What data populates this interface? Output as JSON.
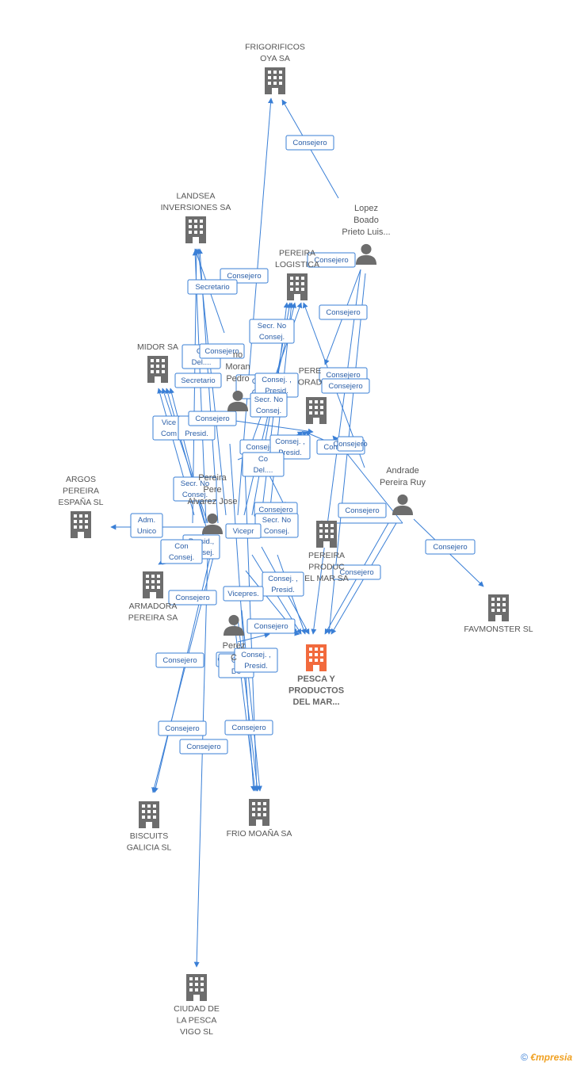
{
  "companies": [
    {
      "id": "frigorificos",
      "lines": [
        "FRIGORIFICOS",
        "OYA SA"
      ],
      "focus": false
    },
    {
      "id": "landsea",
      "lines": [
        "LANDSEA",
        "INVERSIONES SA"
      ],
      "focus": false
    },
    {
      "id": "pereira_logistica",
      "lines": [
        "PEREIRA",
        "LOGISTICA"
      ],
      "focus": false
    },
    {
      "id": "midor",
      "lines": [
        "MIDOR SA"
      ],
      "focus": false
    },
    {
      "id": "pereira_comercializadora",
      "lines": [
        "PERE",
        "ORAD"
      ],
      "focus": false
    },
    {
      "id": "argos",
      "lines": [
        "ARGOS",
        "PEREIRA",
        "ESPAÑA SL"
      ],
      "focus": false
    },
    {
      "id": "pereira_productos",
      "lines": [
        "PEREIRA",
        "PRODUC",
        "EL MAR SA"
      ],
      "focus": false
    },
    {
      "id": "armadora",
      "lines": [
        "ARMADORA",
        "PEREIRA SA"
      ],
      "focus": false
    },
    {
      "id": "favmonster",
      "lines": [
        "FAVMONSTER SL"
      ],
      "focus": false
    },
    {
      "id": "pesca",
      "lines": [
        "PESCA Y",
        "PRODUCTOS",
        "DEL MAR..."
      ],
      "focus": true
    },
    {
      "id": "biscuits",
      "lines": [
        "BISCUITS",
        "GALICIA SL"
      ],
      "focus": false
    },
    {
      "id": "frio_moana",
      "lines": [
        "FRIO MOAÑA SA"
      ],
      "focus": false
    },
    {
      "id": "ciudad_pesca",
      "lines": [
        "CIUDAD DE",
        "LA PESCA",
        "VIGO SL"
      ],
      "focus": false
    }
  ],
  "people": [
    {
      "id": "lopez",
      "lines": [
        "Lopez",
        "Boado",
        "Prieto Luis..."
      ]
    },
    {
      "id": "moran",
      "lines": [
        "no",
        "Moran",
        "Pedro"
      ]
    },
    {
      "id": "pereira_alvarez",
      "lines": [
        "Pereira",
        "Pere",
        "Alvarez Jose"
      ]
    },
    {
      "id": "andrade",
      "lines": [
        "Andrade",
        "Pereira Ruy"
      ]
    },
    {
      "id": "perez",
      "lines": [
        "Perez",
        "C"
      ]
    }
  ],
  "relations": [
    "Consejero",
    "Consejero",
    "Secretario",
    "Consejero",
    "Secr.  No|Consej.",
    "Consejero",
    "Co|Del....",
    "Consejero",
    "Secretario",
    "Co|Co",
    "Consej. ,|Presid.",
    "Consejero",
    "Consejero",
    "Secr.  No|Consej.",
    "Vice|Com",
    "Co|Presid.",
    "Consejero",
    "Consejero",
    "Consej. ,|Presid.",
    "Consejero",
    "Consejero",
    "Co|Del....",
    "Secr.  No|Consej.",
    "Consejero",
    "Adm.|Unico",
    "Consejero",
    "Secr.  No|Consej.",
    "Vicepr",
    "Presid.,|Consej.",
    "Con|Consej.",
    "Consejero",
    "Consej. ,|Presid.",
    "Consejero",
    "Vicepres.",
    "Consejero",
    "Consejero",
    "Consejero",
    "Co|De",
    "Consej. ,|Presid.",
    "Consejero",
    "Consejero",
    "Consejero",
    "Consejero"
  ],
  "footer": {
    "copyright": "©",
    "brand_e": "€",
    "brand_rest": "mpresia"
  },
  "colors": {
    "node": "#6d6d6d",
    "focus": "#f26a3d",
    "edge": "#3a7fd6"
  }
}
